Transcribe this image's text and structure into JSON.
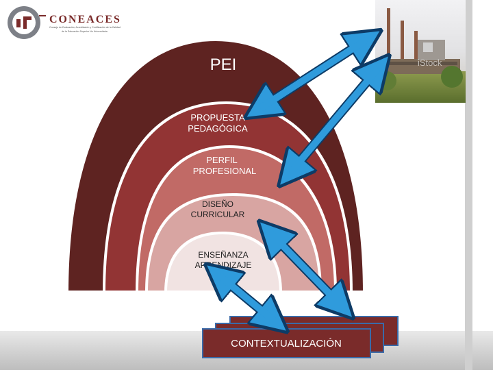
{
  "logo": {
    "name": "CONEACES",
    "tagline_1": "Consejo de Evaluación, Acreditación y Certificación de la Calidad",
    "tagline_2": "de la Educación Superior No Universitaria"
  },
  "diagram": {
    "levels": [
      {
        "label": "PEI",
        "color": "#5e2321"
      },
      {
        "label_lines": [
          "PROPUESTA",
          "PEDAGÓGICA"
        ],
        "color": "#923434"
      },
      {
        "label_lines": [
          "PERFIL",
          "PROFESIONAL"
        ],
        "color": "#c16a66"
      },
      {
        "label_lines": [
          "DISEÑO",
          "CURRICULAR"
        ],
        "color": "#d8a5a2"
      },
      {
        "label_lines": [
          "ENSEÑANZA",
          "APRENDIZAJE"
        ],
        "color": "#f1e3e2"
      }
    ],
    "context_box": {
      "label": "CONTEXTUALIZACIÓN",
      "color": "#7a2b2a"
    },
    "arrow_color": "#2f9bdc"
  },
  "photo": {
    "watermark": "iStock"
  }
}
